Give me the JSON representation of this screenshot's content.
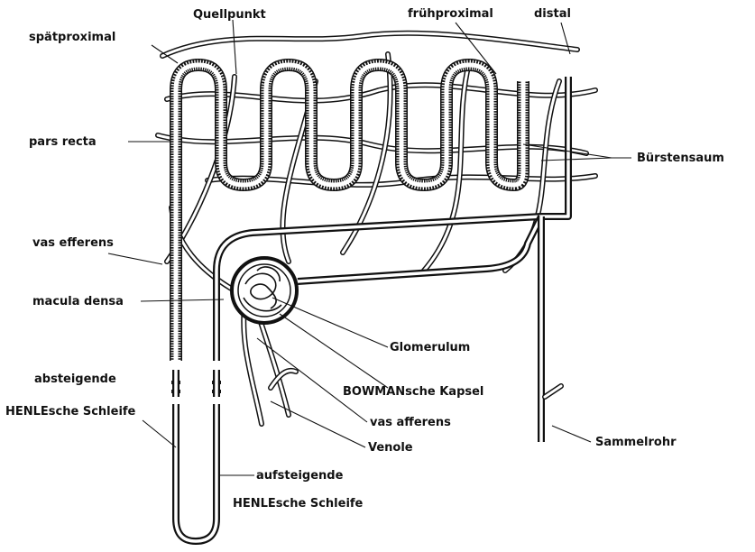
{
  "labels": {
    "quellpunkt": "Quellpunkt",
    "fruehproximal": "frühproximal",
    "distal": "distal",
    "spaetproximal": "spätproximal",
    "pars_recta": "pars recta",
    "buerstensaum": "Bürstensaum",
    "vas_efferens": "vas efferens",
    "macula_densa": "macula densa",
    "glomerulum": "Glomerulum",
    "bowman_kapsel": "BOWMANsche Kapsel",
    "absteigende": "absteigende",
    "henle_1": "HENLEsche Schleife",
    "vas_afferens": "vas afferens",
    "venole": "Venole",
    "sammelrohr": "Sammelrohr",
    "aufsteigende": "aufsteigende",
    "henle_2": "HENLEsche Schleife"
  },
  "colors": {
    "ink": "#111111",
    "paper": "#ffffff"
  }
}
